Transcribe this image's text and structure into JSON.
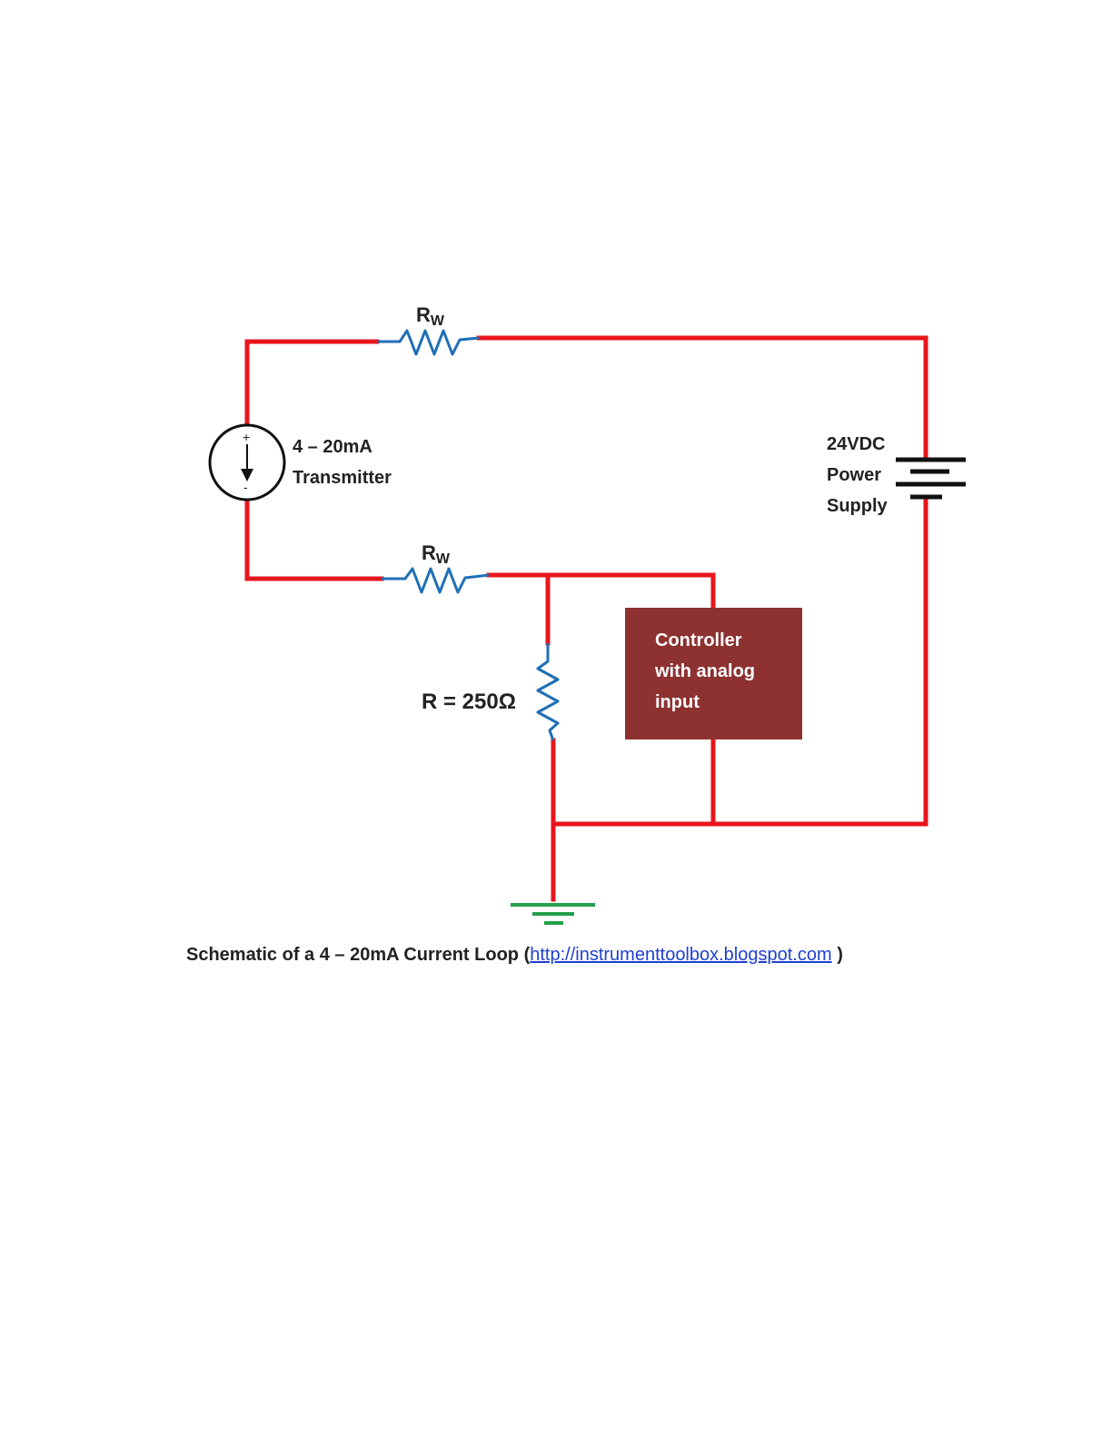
{
  "diagram": {
    "rw_top": {
      "main": "R",
      "sub": "W"
    },
    "rw_bottom": {
      "main": "R",
      "sub": "W"
    },
    "transmitter": {
      "line1": "4 – 20mA",
      "line2": "Transmitter",
      "plus": "+",
      "minus": "-"
    },
    "power_supply": {
      "line1": "24VDC",
      "line2": "Power",
      "line3": "Supply"
    },
    "resistor_label": "R = 250Ω",
    "controller": {
      "line1": "Controller",
      "line2": "with analog",
      "line3": "input"
    },
    "colors": {
      "wire": "#e8161c",
      "resistor": "#1f6fb5",
      "ground": "#23a04a",
      "controller_fill": "#8d3131",
      "controller_text": "#ffffff"
    }
  },
  "caption": {
    "text": "Schematic of a  4 – 20mA Current Loop (",
    "link": "http://instrumenttoolbox.blogspot.com",
    "suffix": " )"
  }
}
